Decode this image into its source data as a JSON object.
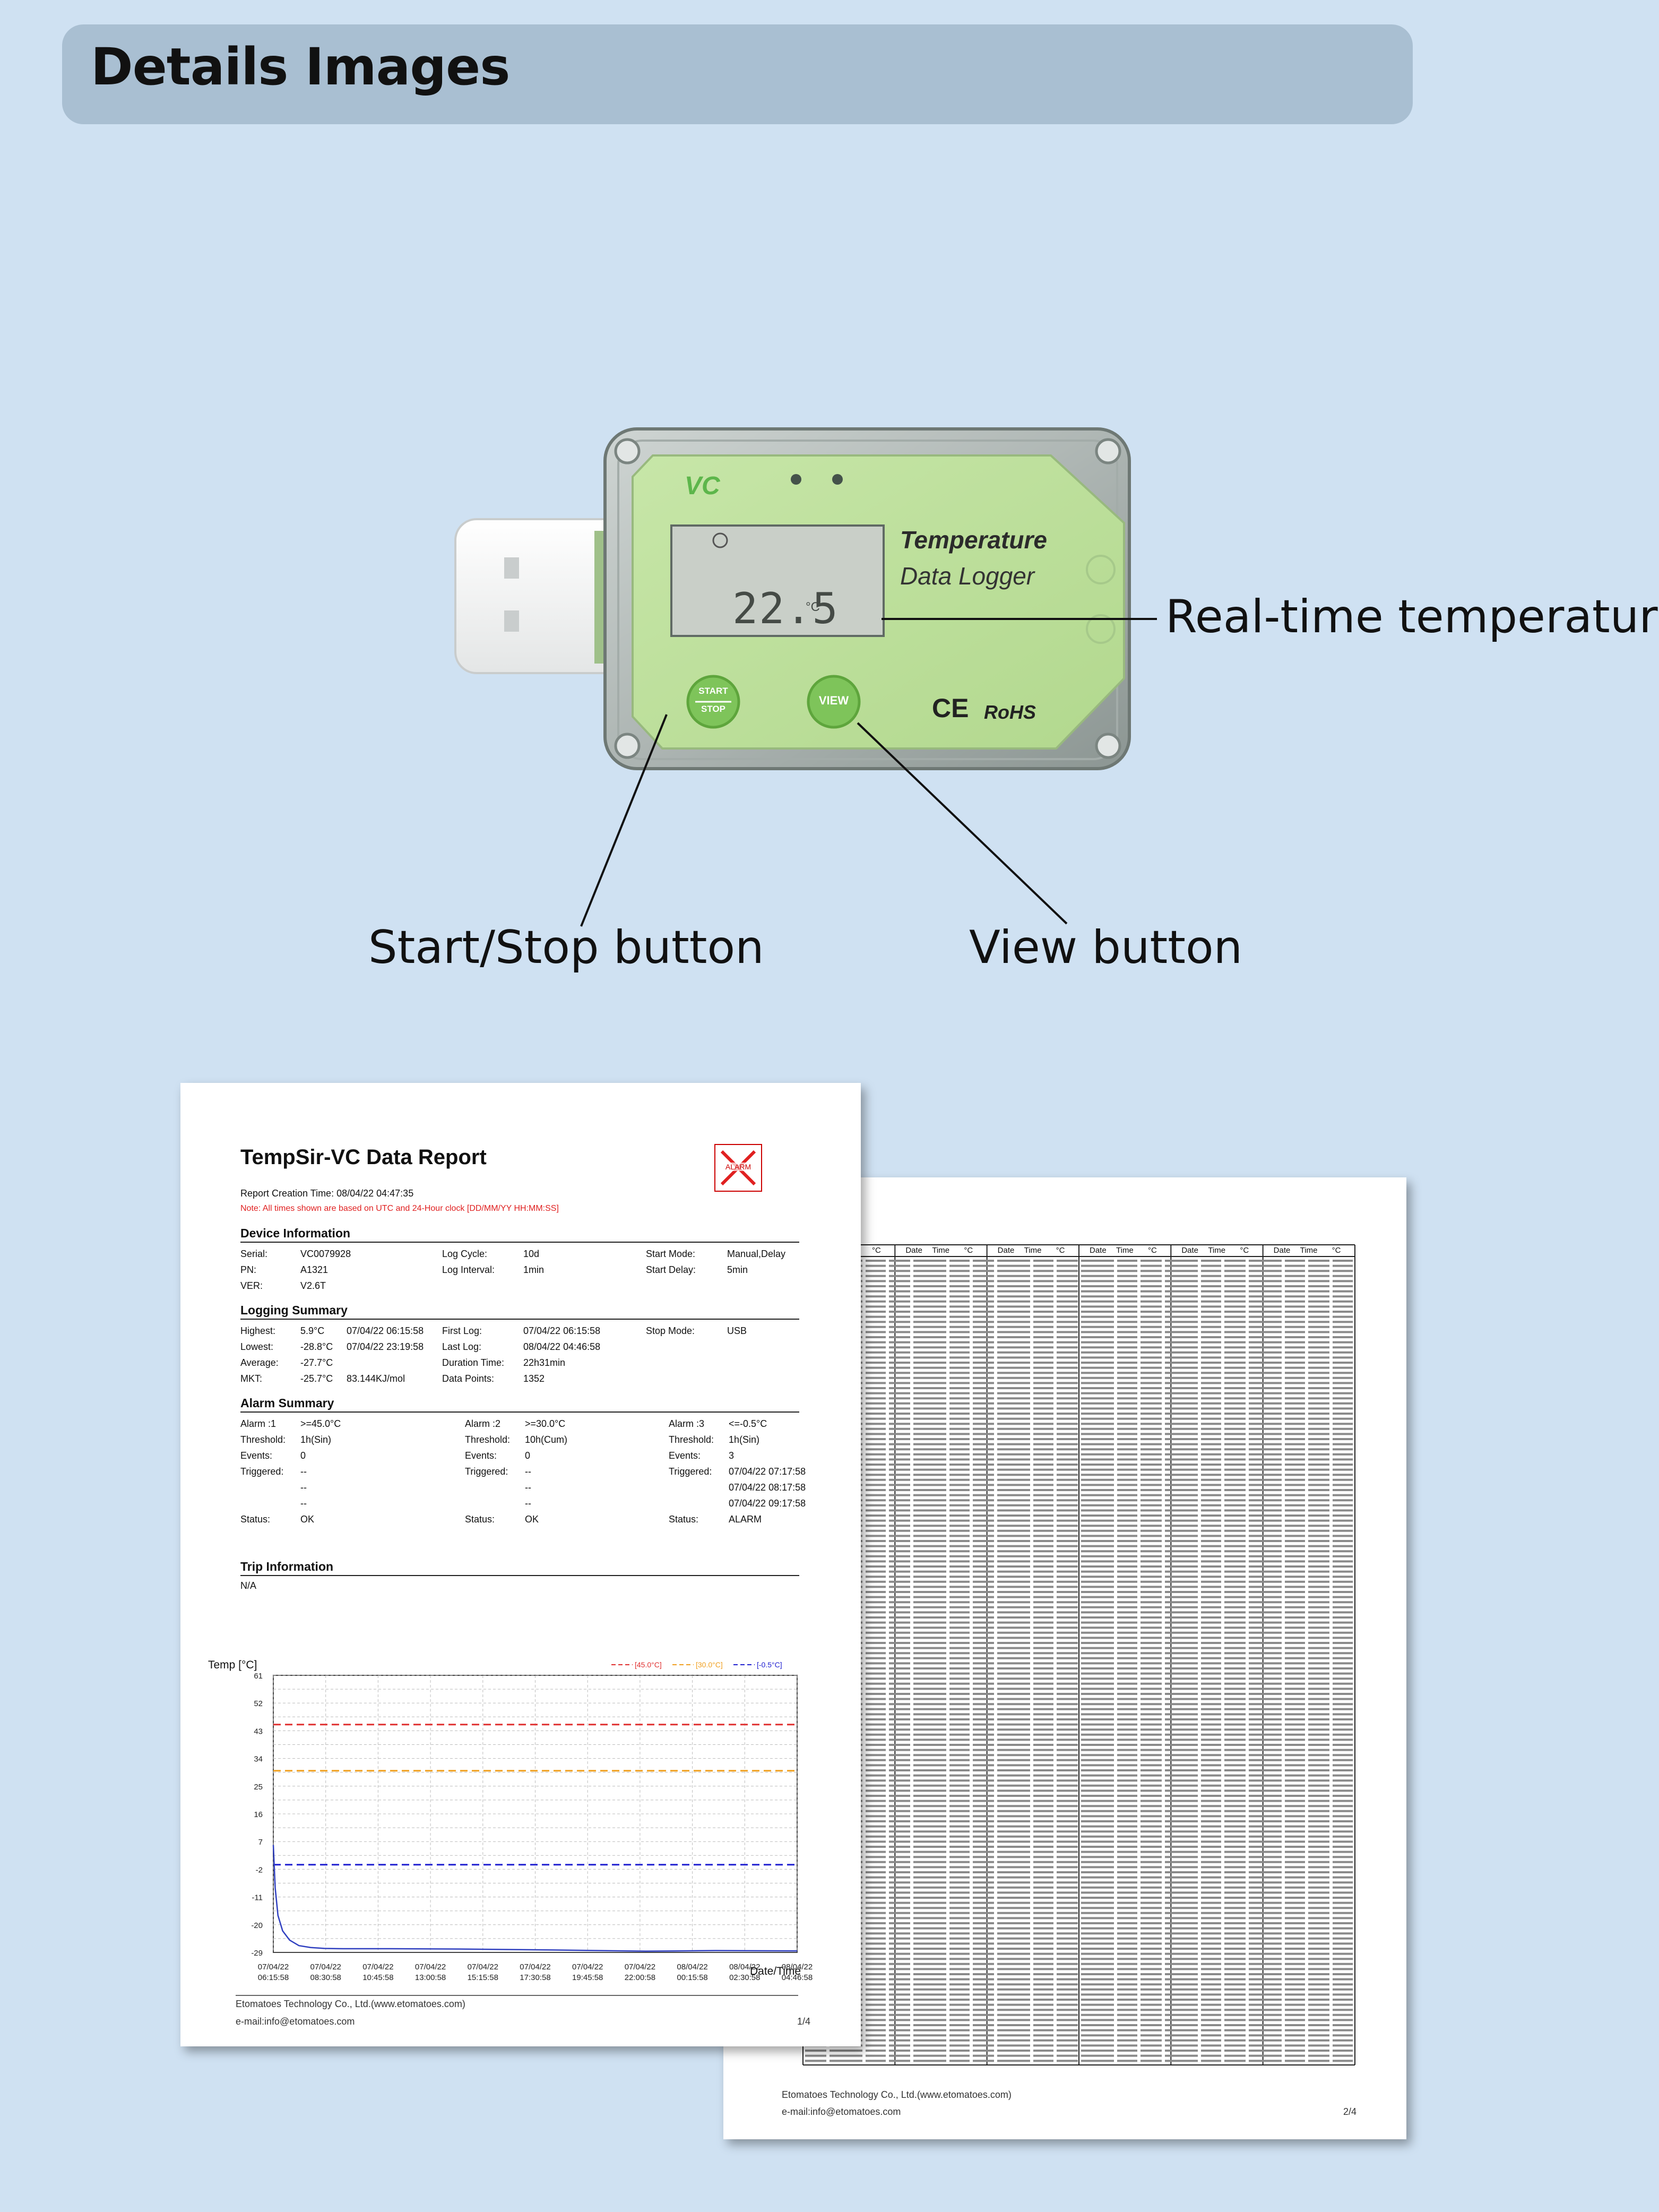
{
  "header": {
    "title": "Details Images"
  },
  "device": {
    "brand": "VC",
    "title_line1": "Temperature",
    "title_line2": "Data Logger",
    "display_value": "22.5",
    "display_unit": "°C",
    "start_label": "START",
    "stop_label": "STOP",
    "view_label": "VIEW",
    "ce_mark": "CE",
    "rohs_mark": "RoHS"
  },
  "callouts": {
    "realtime": "Real-time temperature",
    "startstop": "Start/Stop button",
    "view": "View button"
  },
  "report": {
    "title": "TempSir-VC Data Report",
    "alarm_badge": "ALARM",
    "creation": "Report Creation Time: 08/04/22 04:47:35",
    "note": "Note: All times shown are based on UTC and 24-Hour clock [DD/MM/YY HH:MM:SS]",
    "device_info": {
      "heading": "Device Information",
      "rows": [
        [
          "Serial:",
          "VC0079928",
          "Log Cycle:",
          "10d",
          "Start Mode:",
          "Manual,Delay"
        ],
        [
          "PN:",
          "A1321",
          "Log Interval:",
          "1min",
          "Start Delay:",
          "5min"
        ],
        [
          "VER:",
          "V2.6T",
          "",
          "",
          "",
          ""
        ]
      ]
    },
    "logging_summary": {
      "heading": "Logging Summary",
      "rows": [
        [
          "Highest:",
          "5.9°C",
          "07/04/22 06:15:58",
          "First Log:",
          "07/04/22 06:15:58",
          "Stop Mode:",
          "USB"
        ],
        [
          "Lowest:",
          "-28.8°C",
          "07/04/22 23:19:58",
          "Last Log:",
          "08/04/22 04:46:58",
          "",
          ""
        ],
        [
          "Average:",
          "-27.7°C",
          "",
          "Duration Time:",
          "22h31min",
          "",
          ""
        ],
        [
          "MKT:",
          "-25.7°C",
          "83.144KJ/mol",
          "Data Points:",
          "1352",
          "",
          ""
        ]
      ]
    },
    "alarm_summary": {
      "heading": "Alarm Summary",
      "columns": [
        {
          "alarm": "Alarm :1",
          "alarm_val": ">=45.0°C",
          "threshold": "1h(Sin)",
          "events": "0",
          "triggered": [
            "--",
            "--",
            "--"
          ],
          "status": "OK"
        },
        {
          "alarm": "Alarm :2",
          "alarm_val": ">=30.0°C",
          "threshold": "10h(Cum)",
          "events": "0",
          "triggered": [
            "--",
            "--",
            "--"
          ],
          "status": "OK"
        },
        {
          "alarm": "Alarm :3",
          "alarm_val": "<=-0.5°C",
          "threshold": "1h(Sin)",
          "events": "3",
          "triggered": [
            "07/04/22 07:17:58",
            "07/04/22 08:17:58",
            "07/04/22 09:17:58"
          ],
          "status": "ALARM"
        }
      ],
      "labels": {
        "threshold": "Threshold:",
        "events": "Events:",
        "triggered": "Triggered:",
        "status": "Status:"
      }
    },
    "trip": {
      "heading": "Trip Information",
      "value": "N/A"
    },
    "chart_data": {
      "type": "line",
      "ylabel": "Temp [°C]",
      "xlabel": "Date/Time",
      "yticks": [
        61,
        52,
        43,
        34,
        25,
        16,
        7,
        -2,
        -11,
        -20,
        -29
      ],
      "ylim": [
        -29,
        61
      ],
      "xticks": [
        [
          "07/04/22",
          "06:15:58"
        ],
        [
          "07/04/22",
          "08:30:58"
        ],
        [
          "07/04/22",
          "10:45:58"
        ],
        [
          "07/04/22",
          "13:00:58"
        ],
        [
          "07/04/22",
          "15:15:58"
        ],
        [
          "07/04/22",
          "17:30:58"
        ],
        [
          "07/04/22",
          "19:45:58"
        ],
        [
          "07/04/22",
          "22:00:58"
        ],
        [
          "08/04/22",
          "00:15:58"
        ],
        [
          "08/04/22",
          "02:30:58"
        ],
        [
          "08/04/22",
          "04:46:58"
        ]
      ],
      "thresholds": [
        {
          "name": "[45.0°C]",
          "value": 45.0,
          "color": "#e03030"
        },
        {
          "name": "[30.0°C]",
          "value": 30.0,
          "color": "#f0a020"
        },
        {
          "name": "[-0.5°C]",
          "value": -0.5,
          "color": "#2020d0"
        }
      ],
      "series": [
        {
          "hours": [
            0,
            0.08,
            0.2,
            0.4,
            0.7,
            1.1,
            1.6,
            2.2,
            3,
            5,
            8,
            12,
            16,
            19,
            22.5
          ],
          "values": [
            5.9,
            -8,
            -17,
            -22,
            -25,
            -26.8,
            -27.4,
            -27.7,
            -27.8,
            -27.8,
            -27.9,
            -28.2,
            -28.6,
            -28.4,
            -28.5
          ],
          "color": "#3040c0"
        }
      ]
    },
    "footer": {
      "company": "Etomatoes Technology Co., Ltd.(www.etomatoes.com)",
      "email": "e-mail:info@etomatoes.com",
      "page": "1/4"
    }
  },
  "report_page2": {
    "columns": [
      "Date",
      "Time",
      "°C"
    ],
    "footer": {
      "company": "Etomatoes Technology Co., Ltd.(www.etomatoes.com)",
      "email": "e-mail:info@etomatoes.com",
      "page": "2/4"
    }
  }
}
